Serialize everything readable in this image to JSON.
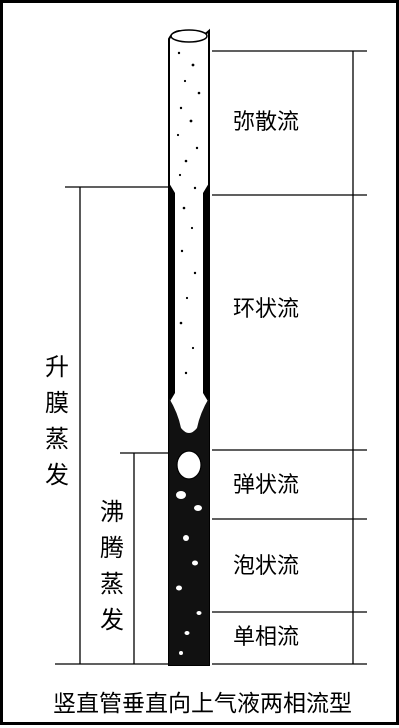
{
  "regimes": {
    "mist": "弥散流",
    "annular": "环状流",
    "slug": "弹状流",
    "bubble": "泡状流",
    "single_phase": "单相流"
  },
  "zones": {
    "film_evaporation": "升膜蒸发",
    "boiling_evaporation": "沸腾蒸发"
  },
  "caption": "竖直管垂直向上气液两相流型"
}
